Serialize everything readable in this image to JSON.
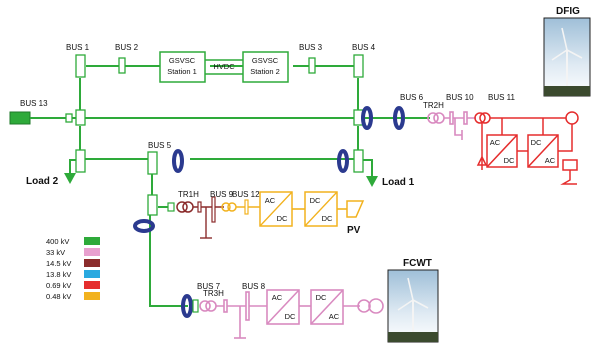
{
  "buses": {
    "bus1": "BUS 1",
    "bus2": "BUS 2",
    "bus3": "BUS 3",
    "bus4": "BUS 4",
    "bus5": "BUS 5",
    "bus6": "BUS 6",
    "bus7": "BUS 7",
    "bus8": "BUS 8",
    "bus9": "BUS 9",
    "bus10": "BUS 10",
    "bus11": "BUS 11",
    "bus12": "BUS 12",
    "bus13": "BUS 13"
  },
  "hvdc": {
    "station1_l1": "GSVSC",
    "station1_l2": "Station 1",
    "link": "HVDC",
    "station2_l1": "GSVSC",
    "station2_l2": "Station 2"
  },
  "transformers": {
    "tr1h": "TR1H",
    "tr2h": "TR2H",
    "tr3h": "TR3H"
  },
  "loads": {
    "load1": "Load 1",
    "load2": "Load 2"
  },
  "generators": {
    "dfig": "DFIG",
    "fcwt": "FCWT",
    "pv": "PV"
  },
  "converter": {
    "ac": "AC",
    "dc": "DC"
  },
  "legend": [
    {
      "label": "400 kV",
      "color": "#2eaa3a"
    },
    {
      "label": "33 kV",
      "color": "#e8a0cf"
    },
    {
      "label": "14.5 kV",
      "color": "#8b2c2c"
    },
    {
      "label": "13.8 kV",
      "color": "#29a9e0"
    },
    {
      "label": "0.69 kV",
      "color": "#e52d2d"
    },
    {
      "label": "0.48 kV",
      "color": "#f2b21e"
    }
  ],
  "colors": {
    "kv400": "#2eaa3a",
    "kv33": "#d98ac0",
    "kv14": "#8b2c2c",
    "kv069": "#e52d2d",
    "kv048": "#f2b21e",
    "ct": "#2b3a8f"
  }
}
